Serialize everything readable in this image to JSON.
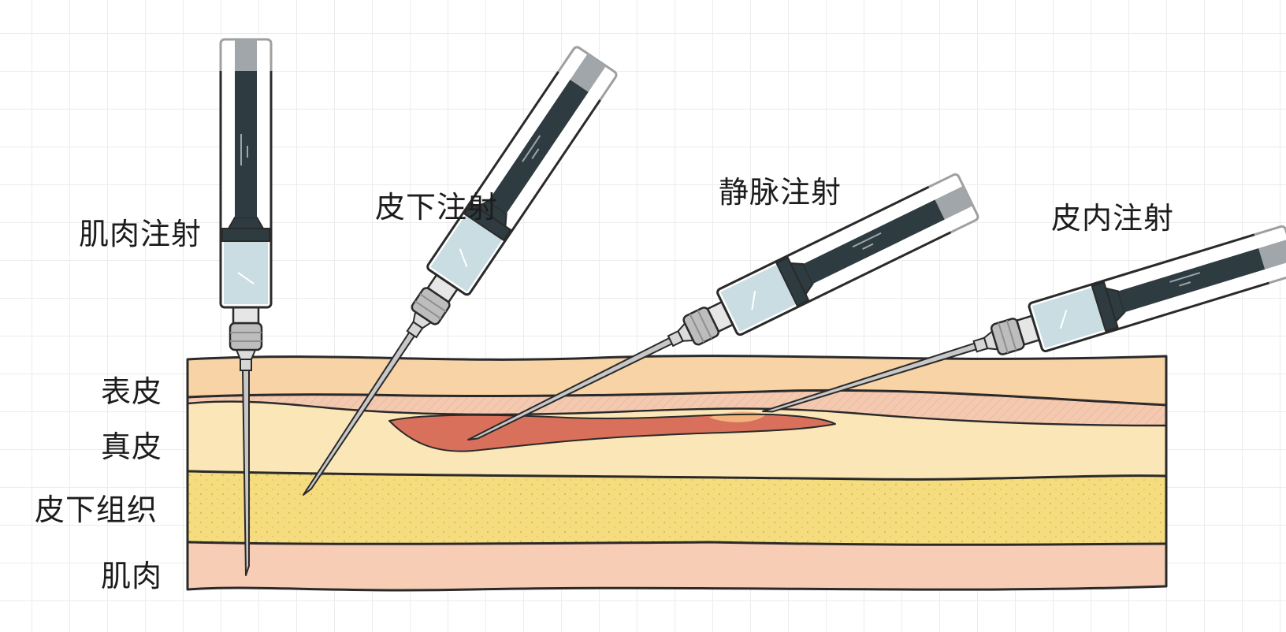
{
  "labels": {
    "intramuscular": "肌肉注射",
    "subcutaneous": "皮下注射",
    "intravenous": "静脉注射",
    "intradermal": "皮内注射",
    "epidermis": "表皮",
    "dermis": "真皮",
    "subcutaneous_tissue": "皮下组织",
    "muscle": "肌肉"
  },
  "colors": {
    "epidermis": "#f7d3a6",
    "dermis_band": "#f3c9b0",
    "dermis": "#fae6b6",
    "subcutaneous": "#f5dc7e",
    "muscle": "#f7cdb6",
    "vein": "#d9705c",
    "liquid": "#c9dde2",
    "plunger": "#2e3b40",
    "needle": "#c8c8c8",
    "outline": "#2a2a2a"
  }
}
